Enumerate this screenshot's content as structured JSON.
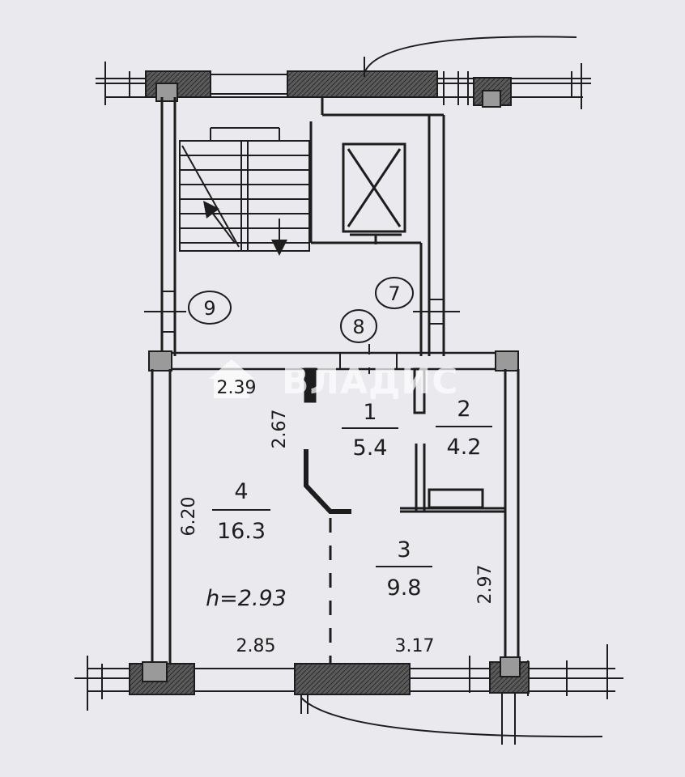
{
  "watermark": {
    "text": "ВЛАДИС"
  },
  "rooms": [
    {
      "number": "1",
      "area": "5.4"
    },
    {
      "number": "2",
      "area": "4.2"
    },
    {
      "number": "3",
      "area": "9.8"
    },
    {
      "number": "4",
      "area": "16.3"
    }
  ],
  "circled_labels": [
    "7",
    "8",
    "9"
  ],
  "dimensions": {
    "top_left_width": "2.39",
    "corridor_depth": "2.67",
    "left_depth": "6.20",
    "right_depth": "2.97",
    "bottom_left_width": "2.85",
    "bottom_right_width": "3.17"
  },
  "ceiling_height": "h=2.93",
  "colors": {
    "background": "#e9e9ee",
    "ink": "#1d1d1d",
    "wall_fill": "#3a3a3a"
  }
}
